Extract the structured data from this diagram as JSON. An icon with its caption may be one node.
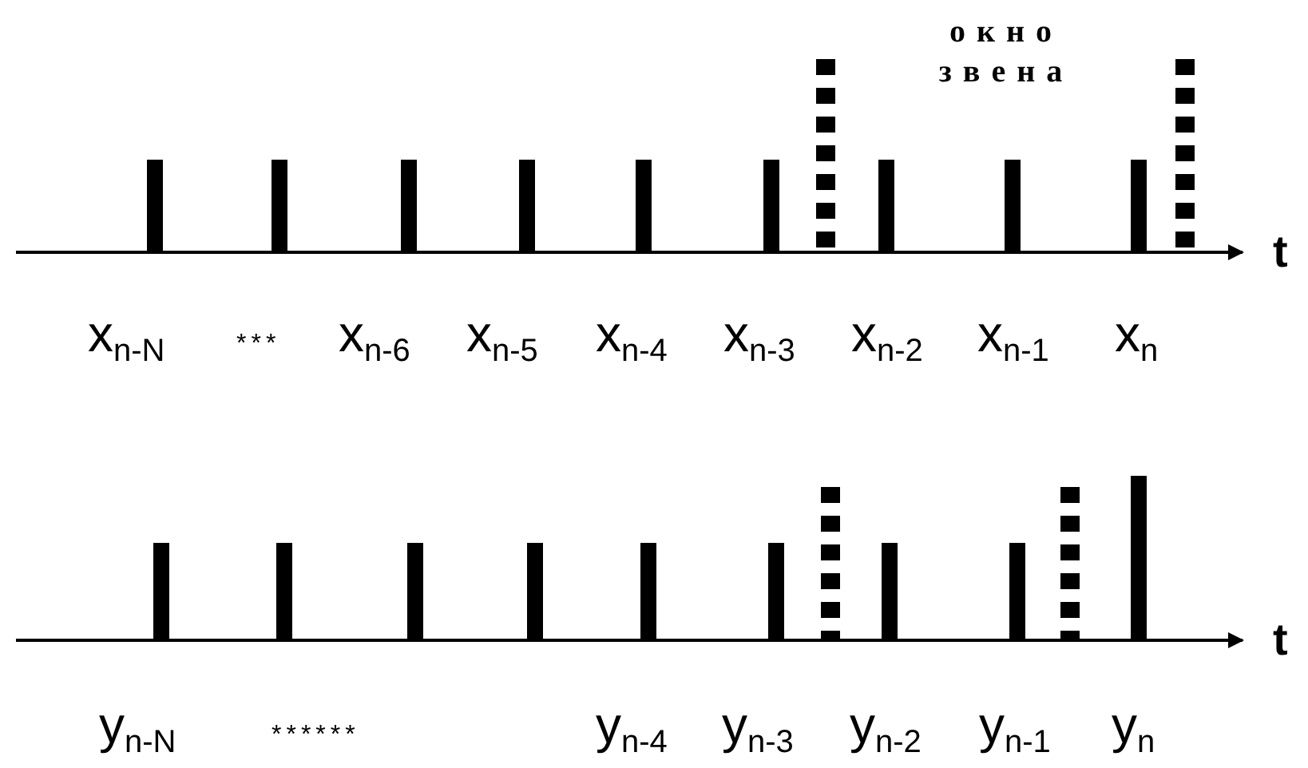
{
  "diagram": {
    "labels": [
      "окно звена",
      "t",
      "x$_{n-N}$",
      "***",
      "x$_{n-6}$",
      "x$_{n-5}$",
      "x$_{n-4}$",
      "x$_{n-3}$",
      "x$_{n-2}$",
      "x$_{n-1}$",
      "x$_{n}$",
      "t",
      "y$_{n-N}$",
      "******",
      "y$_{n-4}$",
      "y$_{n-3}$",
      "y$_{n-2}$",
      "y$_{n-1}$",
      "y$_{n}$"
    ]
  }
}
